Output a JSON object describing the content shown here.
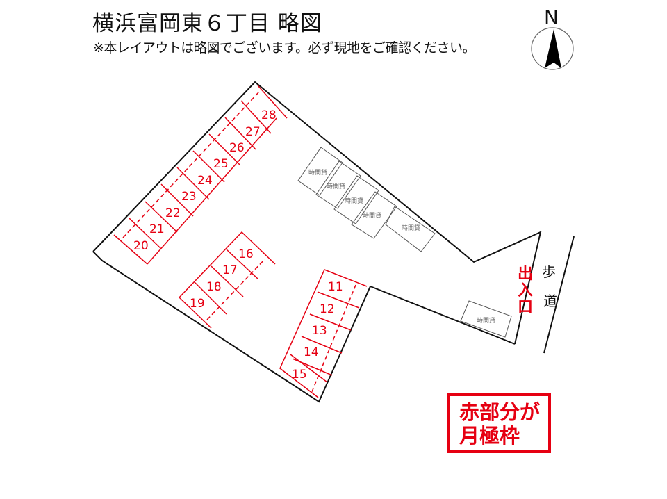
{
  "header": {
    "title": "横浜富岡東６丁目 略図",
    "note": "※本レイアウトは略図でございます。必ず現地をご確認ください。"
  },
  "compass": {
    "label": "N",
    "icon": "north-arrow-icon"
  },
  "legend": {
    "line1": "赤部分が",
    "line2": "月極枠",
    "color": "#e60012"
  },
  "road": {
    "label_1": "歩",
    "label_2": "道"
  },
  "entrance": {
    "label_1": "出",
    "label_2": "入",
    "label_3": "口"
  },
  "colors": {
    "monthly": "#e60012",
    "boundary": "#111111",
    "hourly": "#555555"
  },
  "monthly_spaces": {
    "row_northwest": [
      "20",
      "21",
      "22",
      "23",
      "24",
      "25",
      "26",
      "27",
      "28"
    ],
    "row_center": [
      "16",
      "17",
      "18",
      "19"
    ],
    "row_south": [
      "11",
      "12",
      "13",
      "14",
      "15"
    ]
  },
  "hourly_spaces": {
    "label": "時間貸",
    "count": 6
  }
}
